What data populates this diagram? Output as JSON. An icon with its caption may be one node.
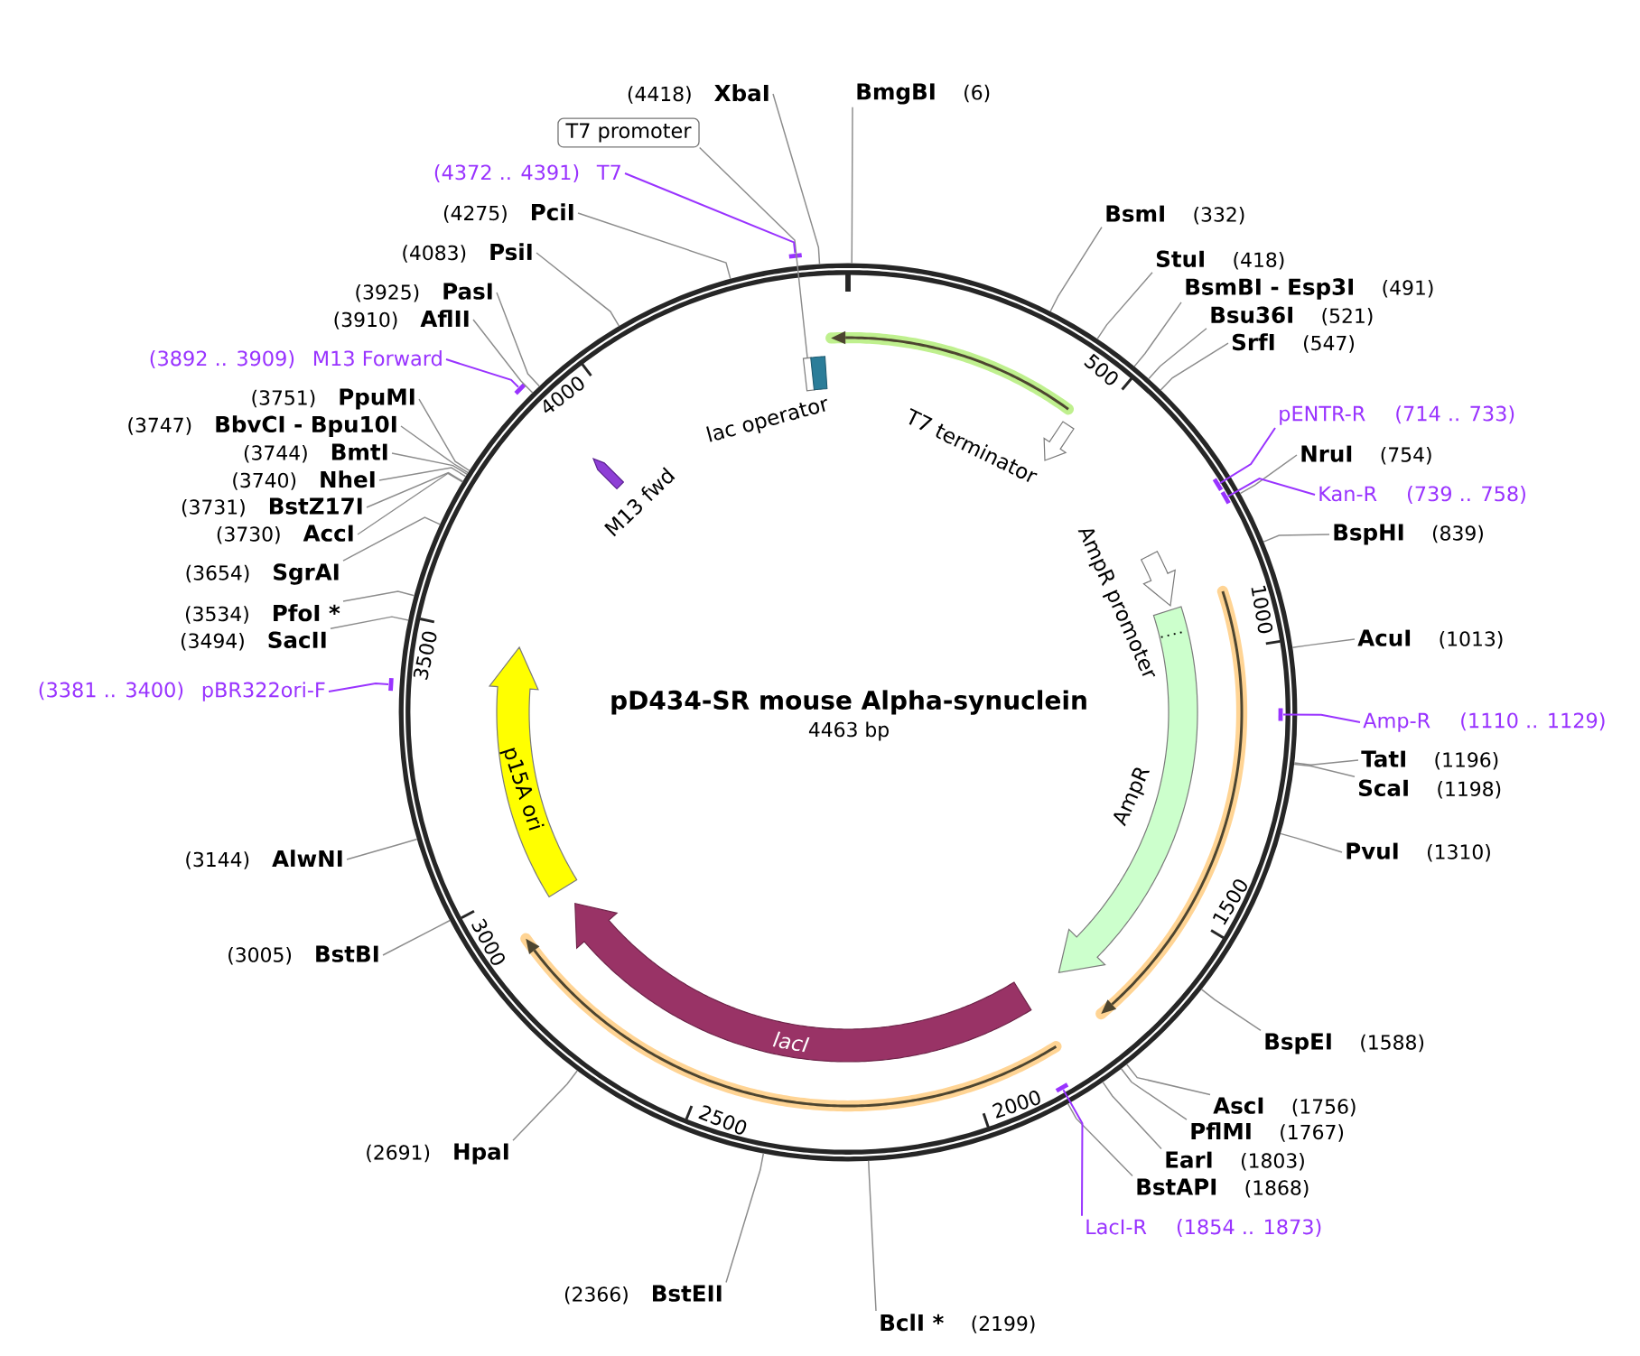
{
  "diagram": {
    "title": "pD434-SR mouse Alpha-synuclein",
    "nodes": [
      {
        "text": [
          "(4418)",
          "XbaI"
        ]
      },
      {
        "text": [
          "BmgBI",
          "(6)"
        ]
      },
      {
        "text": [
          "T7 promoter"
        ]
      },
      {
        "text": [
          "(4372 .. 4391)",
          "T7"
        ]
      },
      {
        "text": [
          "(4275)",
          "PciI"
        ]
      },
      {
        "text": [
          "(4083)",
          "PsiI"
        ]
      },
      {
        "text": [
          "(3925)",
          "PasI"
        ]
      },
      {
        "text": [
          "(3910)",
          "AflII"
        ]
      },
      {
        "text": [
          "(3892 .. 3909)",
          "M13 Forward"
        ]
      },
      {
        "text": [
          "(3751)",
          "PpuMI"
        ]
      },
      {
        "text": [
          "(3747)",
          "BbvCI - Bpu10I"
        ]
      },
      {
        "text": [
          "(3744)",
          "BmtI"
        ]
      },
      {
        "text": [
          "(3740)",
          "NheI"
        ]
      },
      {
        "text": [
          "(3731)",
          "BstZ17I"
        ]
      },
      {
        "text": [
          "(3730)",
          "AccI"
        ]
      },
      {
        "text": [
          "(3654)",
          "SgrAI"
        ]
      },
      {
        "text": [
          "(3534)",
          "PfoI *"
        ]
      },
      {
        "text": [
          "(3494)",
          "SacII"
        ]
      },
      {
        "text": [
          "(3381 .. 3400)",
          "pBR322ori-F"
        ]
      },
      {
        "text": [
          "(3144)",
          "AlwNI"
        ]
      },
      {
        "text": [
          "(3005)",
          "BstBI"
        ]
      },
      {
        "text": [
          "(2691)",
          "HpaI"
        ]
      },
      {
        "text": [
          "(2366)",
          "BstEII"
        ]
      },
      {
        "text": [
          "BclI *",
          "(2199)"
        ]
      },
      {
        "text": [
          "BsmI",
          "(332)"
        ]
      },
      {
        "text": [
          "StuI",
          "(418)"
        ]
      },
      {
        "text": [
          "BsmBI - Esp3I",
          "(491)"
        ]
      },
      {
        "text": [
          "Bsu36I",
          "(521)"
        ]
      },
      {
        "text": [
          "SrfI",
          "(547)"
        ]
      },
      {
        "text": [
          "pENTR-R",
          "(714 .. 733)"
        ]
      },
      {
        "text": [
          "NruI",
          "(754)"
        ]
      },
      {
        "text": [
          "Kan-R",
          "(739 .. 758)"
        ]
      },
      {
        "text": [
          "BspHI",
          "(839)"
        ]
      },
      {
        "text": [
          "AcuI",
          "(1013)"
        ]
      },
      {
        "text": [
          "Amp-R",
          "(1110 .. 1129)"
        ]
      },
      {
        "text": [
          "TatI",
          "(1196)"
        ]
      },
      {
        "text": [
          "ScaI",
          "(1198)"
        ]
      },
      {
        "text": [
          "PvuI",
          "(1310)"
        ]
      },
      {
        "text": [
          "BspEI",
          "(1588)"
        ]
      },
      {
        "text": [
          "AscI",
          "(1756)"
        ]
      },
      {
        "text": [
          "PflMI",
          "(1767)"
        ]
      },
      {
        "text": [
          "EarI",
          "(1803)"
        ]
      },
      {
        "text": [
          "BstAPI",
          "(1868)"
        ]
      },
      {
        "text": [
          "LacI-R",
          "(1854 .. 1873)"
        ]
      },
      {
        "text": [],
        "shape": "circle"
      },
      {
        "text": [],
        "shape": "bar"
      },
      {
        "text": [],
        "shape": "bar"
      },
      {
        "text": [],
        "shape": "bar"
      },
      {
        "text": [],
        "shape": "bar",
        "in": 44
      },
      {
        "text": [],
        "shape": "bar",
        "in": 44
      },
      {
        "text": [],
        "shape": "bar",
        "in": 44
      },
      {
        "text": [],
        "shape": "bar",
        "in": 44
      },
      {
        "text": [],
        "shape": "box",
        "in": 44
      },
      {
        "text": [
          "lac operator"
        ],
        "in": 44
      },
      {
        "text": [
          "T7 terminator"
        ],
        "in": 44
      },
      {
        "text": [
          "AmpR promoter"
        ],
        "in": 44
      },
      {
        "text": [
          "AmpR"
        ],
        "in": 44
      },
      {
        "text": [
          "lacI"
        ],
        "in": 44
      },
      {
        "text": [
          "p15A ori"
        ],
        "in": 44
      },
      {
        "text": [
          "M13 fwd"
        ],
        "in": 44
      }
    ],
    "edges": [
      {
        "from": 0,
        "to": 44,
        "arrow": "none"
      },
      {
        "from": 1,
        "to": 44,
        "arrow": "none"
      },
      {
        "from": 2,
        "to": 52,
        "arrow": "none"
      },
      {
        "from": 3,
        "to": 45,
        "arrow": "none",
        "color": "#9933ff"
      },
      {
        "from": 4,
        "to": 44,
        "arrow": "none"
      },
      {
        "from": 5,
        "to": 44,
        "arrow": "none"
      },
      {
        "from": 6,
        "to": 44,
        "arrow": "none"
      },
      {
        "from": 7,
        "to": 44,
        "arrow": "none"
      },
      {
        "from": 8,
        "to": 46,
        "arrow": "none",
        "color": "#9933ff"
      },
      {
        "from": 9,
        "to": 44,
        "arrow": "none"
      },
      {
        "from": 10,
        "to": 44,
        "arrow": "none"
      },
      {
        "from": 11,
        "to": 44,
        "arrow": "none"
      },
      {
        "from": 12,
        "to": 44,
        "arrow": "none"
      },
      {
        "from": 13,
        "to": 44,
        "arrow": "none"
      },
      {
        "from": 14,
        "to": 44,
        "arrow": "none"
      },
      {
        "from": 15,
        "to": 44,
        "arrow": "none"
      },
      {
        "from": 16,
        "to": 44,
        "arrow": "none"
      },
      {
        "from": 17,
        "to": 44,
        "arrow": "none"
      },
      {
        "from": 18,
        "to": 47,
        "arrow": "none",
        "color": "#9933ff"
      },
      {
        "from": 19,
        "to": 44,
        "arrow": "none"
      },
      {
        "from": 20,
        "to": 44,
        "arrow": "none"
      },
      {
        "from": 21,
        "to": 44,
        "arrow": "none"
      },
      {
        "from": 22,
        "to": 44,
        "arrow": "none"
      },
      {
        "from": 23,
        "to": 44,
        "arrow": "none"
      },
      {
        "from": 24,
        "to": 44,
        "arrow": "none"
      },
      {
        "from": 25,
        "to": 44,
        "arrow": "none"
      },
      {
        "from": 26,
        "to": 44,
        "arrow": "none"
      },
      {
        "from": 27,
        "to": 44,
        "arrow": "none"
      },
      {
        "from": 28,
        "to": 44,
        "arrow": "none"
      },
      {
        "from": 29,
        "to": 48,
        "arrow": "none",
        "color": "#9933ff"
      },
      {
        "from": 30,
        "to": 44,
        "arrow": "none"
      },
      {
        "from": 31,
        "to": 49,
        "arrow": "none",
        "color": "#9933ff"
      },
      {
        "from": 32,
        "to": 44,
        "arrow": "none"
      },
      {
        "from": 33,
        "to": 44,
        "arrow": "none"
      },
      {
        "from": 34,
        "to": 50,
        "arrow": "none",
        "color": "#9933ff"
      },
      {
        "from": 35,
        "to": 44,
        "arrow": "none"
      },
      {
        "from": 36,
        "to": 44,
        "arrow": "none"
      },
      {
        "from": 37,
        "to": 44,
        "arrow": "none"
      },
      {
        "from": 38,
        "to": 44,
        "arrow": "none"
      },
      {
        "from": 39,
        "to": 44,
        "arrow": "none"
      },
      {
        "from": 40,
        "to": 44,
        "arrow": "none"
      },
      {
        "from": 41,
        "to": 44,
        "arrow": "none"
      },
      {
        "from": 42,
        "to": 44,
        "arrow": "none"
      },
      {
        "from": 43,
        "to": 51,
        "arrow": "none",
        "color": "#9933ff"
      }
    ],
    "labels": [
      "4463 bp",
      "500",
      "1000",
      "1500",
      "2000",
      "2500",
      "3000",
      "3500",
      "4000"
    ]
  }
}
